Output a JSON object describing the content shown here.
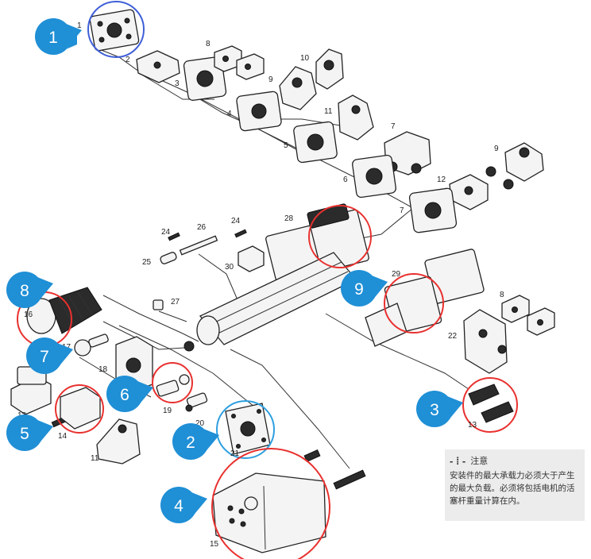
{
  "colors": {
    "badge": "#1f8fd6",
    "red_circle": "#e8312f",
    "blue_circle": "#3f5fd8",
    "cyan_circle": "#2d9fe0"
  },
  "parts": [
    {
      "id": "p1",
      "label": "1"
    },
    {
      "id": "p2",
      "label": "2"
    },
    {
      "id": "p3",
      "label": "3"
    },
    {
      "id": "p4",
      "label": "4"
    },
    {
      "id": "p5",
      "label": "5"
    },
    {
      "id": "p6",
      "label": "6"
    },
    {
      "id": "p7a",
      "label": "7"
    },
    {
      "id": "p7b",
      "label": "7"
    },
    {
      "id": "p8a",
      "label": "8"
    },
    {
      "id": "p8b",
      "label": "8"
    },
    {
      "id": "p9a",
      "label": "9"
    },
    {
      "id": "p9b",
      "label": "9"
    },
    {
      "id": "p10",
      "label": "10"
    },
    {
      "id": "p11a",
      "label": "11"
    },
    {
      "id": "p11b",
      "label": "11"
    },
    {
      "id": "p12",
      "label": "12"
    },
    {
      "id": "p13a",
      "label": "13"
    },
    {
      "id": "p13b",
      "label": "13"
    },
    {
      "id": "p14",
      "label": "14"
    },
    {
      "id": "p15",
      "label": "15"
    },
    {
      "id": "p16",
      "label": "16"
    },
    {
      "id": "p17",
      "label": "17"
    },
    {
      "id": "p18",
      "label": "18"
    },
    {
      "id": "p19",
      "label": "19"
    },
    {
      "id": "p20",
      "label": "20"
    },
    {
      "id": "p21",
      "label": "21"
    },
    {
      "id": "p22",
      "label": "22"
    },
    {
      "id": "p24a",
      "label": "24"
    },
    {
      "id": "p24b",
      "label": "24"
    },
    {
      "id": "p25",
      "label": "25"
    },
    {
      "id": "p26",
      "label": "26"
    },
    {
      "id": "p27",
      "label": "27"
    },
    {
      "id": "p28",
      "label": "28"
    },
    {
      "id": "p29",
      "label": "29"
    },
    {
      "id": "p30",
      "label": "30"
    }
  ],
  "badges": [
    {
      "id": "b1",
      "label": "1"
    },
    {
      "id": "b2",
      "label": "2"
    },
    {
      "id": "b3",
      "label": "3"
    },
    {
      "id": "b4",
      "label": "4"
    },
    {
      "id": "b5",
      "label": "5"
    },
    {
      "id": "b6",
      "label": "6"
    },
    {
      "id": "b7",
      "label": "7"
    },
    {
      "id": "b8",
      "label": "8"
    },
    {
      "id": "b9",
      "label": "9"
    }
  ],
  "note": {
    "icon": "info-icon",
    "title": "注意",
    "body": "安装件的最大承载力必须大于产生的最大负载。必须将包括电机的活塞杆重量计算在内。"
  }
}
